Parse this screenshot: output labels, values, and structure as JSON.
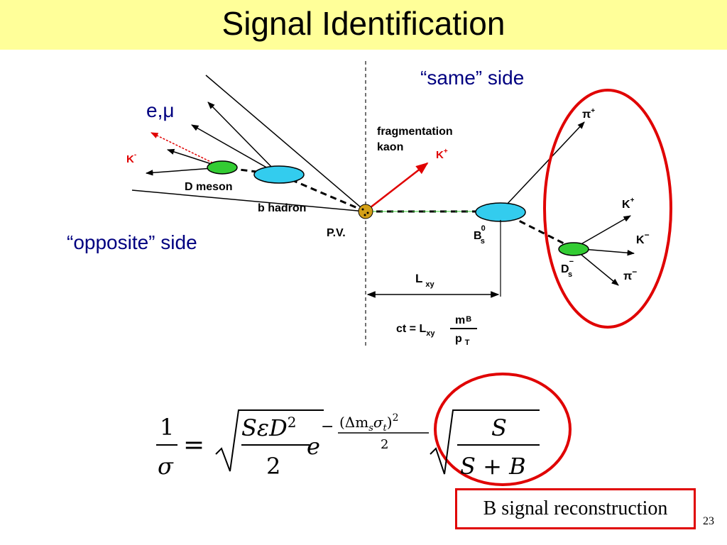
{
  "title": "Signal Identification",
  "labels": {
    "same_side": "“same” side",
    "opposite_side": "“opposite” side",
    "lepton": "e,μ"
  },
  "diagram": {
    "fragmentation": "fragmentation",
    "kaon": "kaon",
    "k_plus_frag": "K",
    "k_plus_frag_sup": "+",
    "k_minus_opp": "K",
    "k_minus_opp_sup": "-",
    "d_meson": "D meson",
    "b_hadron": "b hadron",
    "pv": "P.V.",
    "bs": "B",
    "bs_sup": "0",
    "bs_sub": "s",
    "ds": "D",
    "ds_sup": "−",
    "ds_sub": "s",
    "pi_plus": "π",
    "pi_plus_sup": "+",
    "k_plus_decay": "K",
    "k_plus_decay_sup": "+",
    "k_minus_decay": "K",
    "k_minus_decay_sup": "−",
    "pi_minus": "π",
    "pi_minus_sup": "−",
    "lxy": "L",
    "lxy_sub": "xy",
    "ct_prefix": "ct = L",
    "ct_sub": "xy",
    "ct_num": "m",
    "ct_num_sub": "B",
    "ct_den": "p",
    "ct_den_sub": "T"
  },
  "formula": {
    "one": "1",
    "sigma": "σ",
    "equals": "=",
    "num": "SεD",
    "num_sup": "2",
    "two": "2",
    "e": "e",
    "exp_minus": "−",
    "exp_num": "(Δm",
    "exp_num_sub1": "s",
    "exp_sigma": "σ",
    "exp_num_sub2": "t",
    "exp_close": ")",
    "exp_sup": "2",
    "exp_den": "2",
    "s": "S",
    "s_plus_b": "S + B"
  },
  "recon_label": "B signal reconstruction",
  "page_number": "23",
  "colors": {
    "title_bg": "#ffff99",
    "ellipse_red": "#e00000",
    "green_vertex": "#33cc33",
    "cyan_vertex": "#33ccee",
    "text_blue": "#000099"
  }
}
